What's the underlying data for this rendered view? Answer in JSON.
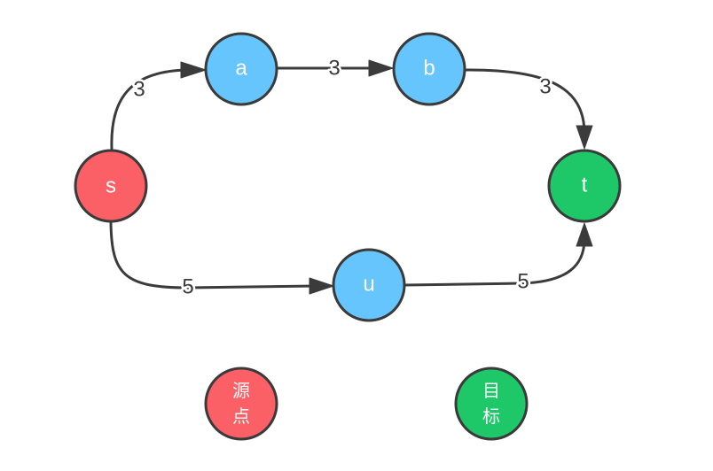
{
  "colors": {
    "source": "#fb6066",
    "intermediate": "#66c5fc",
    "target": "#1ec768",
    "outline": "#3a3a3a",
    "edge": "#3b3b3b",
    "label_text": "#3a3a3a"
  },
  "nodes": {
    "s": {
      "label": "s",
      "role": "source"
    },
    "a": {
      "label": "a",
      "role": "intermediate"
    },
    "b": {
      "label": "b",
      "role": "intermediate"
    },
    "u": {
      "label": "u",
      "role": "intermediate"
    },
    "t": {
      "label": "t",
      "role": "target"
    }
  },
  "edges": [
    {
      "from": "s",
      "to": "a",
      "weight": "3"
    },
    {
      "from": "a",
      "to": "b",
      "weight": "3"
    },
    {
      "from": "b",
      "to": "t",
      "weight": "3"
    },
    {
      "from": "s",
      "to": "u",
      "weight": "5"
    },
    {
      "from": "u",
      "to": "t",
      "weight": "5"
    }
  ],
  "legend": {
    "source": {
      "line1": "源",
      "line2": "点"
    },
    "target": {
      "line1": "目",
      "line2": "标"
    }
  }
}
